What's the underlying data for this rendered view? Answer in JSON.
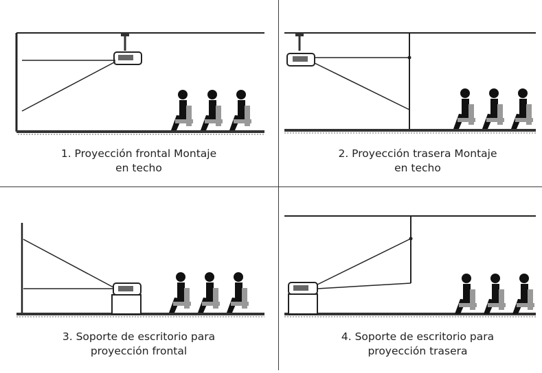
{
  "panels": [
    {
      "id": "ceiling-front",
      "caption_line1": "1. Proyección frontal Montaje",
      "caption_line2": "en techo"
    },
    {
      "id": "ceiling-rear",
      "caption_line1": "2. Proyección trasera Montaje",
      "caption_line2": "en techo"
    },
    {
      "id": "desktop-front",
      "caption_line1": "3. Soporte de escritorio para",
      "caption_line2": "proyección frontal"
    },
    {
      "id": "desktop-rear",
      "caption_line1": "4. Soporte de escritorio para",
      "caption_line2": "proyección trasera"
    }
  ],
  "colors": {
    "line": "#222222",
    "floor": "#333333",
    "divider": "#3a3a3a",
    "chair": "#888888"
  }
}
